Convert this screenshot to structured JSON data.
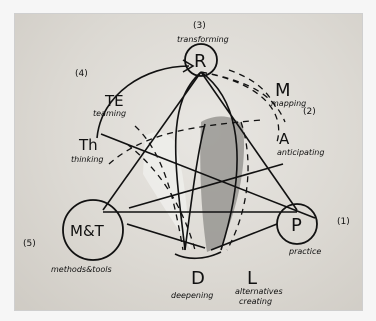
{
  "nodes": {
    "r": {
      "letter": "R",
      "caption": "transforming",
      "number": "(3)"
    },
    "p": {
      "letter": "P",
      "caption": "practice",
      "number": "(1)"
    },
    "mt": {
      "letter": "M&T",
      "caption": "methods&tools",
      "number": "(5)"
    },
    "d": {
      "letter": "D",
      "caption": "deepening"
    },
    "l": {
      "letter": "L",
      "caption": "alternatives creating"
    },
    "te": {
      "letter": "TE",
      "caption": "teaming"
    },
    "th": {
      "letter": "Th",
      "caption": "thinking"
    },
    "m": {
      "letter": "M",
      "caption": "mapping",
      "number": "(2)"
    },
    "a": {
      "letter": "A",
      "caption": "anticipating"
    }
  },
  "arrow_label": "(4)",
  "colors": {
    "ink": "#111111",
    "paper": "#dcd9d3",
    "shade_dark": "#8e8c88",
    "shade_light": "#ecebe8"
  }
}
